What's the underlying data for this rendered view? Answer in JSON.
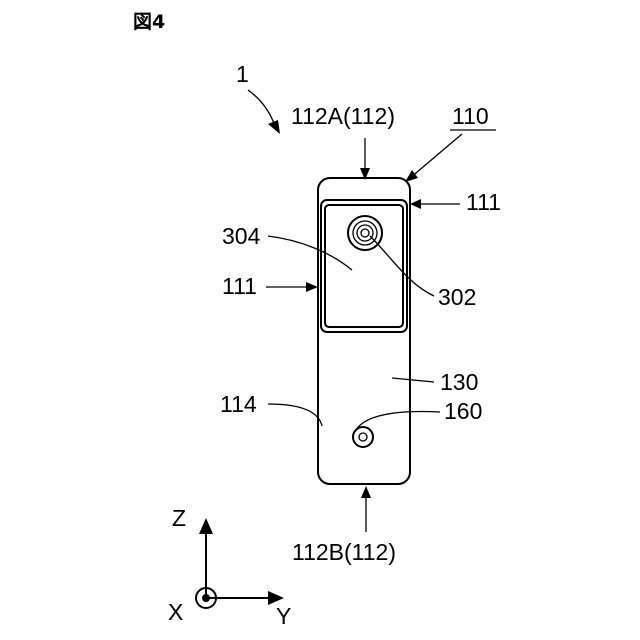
{
  "figure_label": "図4",
  "labels": {
    "device": "1",
    "top_end": "112A(112)",
    "unit": "110",
    "side_right": "111",
    "side_left": "111",
    "screen": "304",
    "lens": "302",
    "body": "130",
    "back_face": "114",
    "button": "160",
    "bottom_end": "112B(112)"
  },
  "axes": {
    "z": "Z",
    "x": "X",
    "y": "Y"
  }
}
